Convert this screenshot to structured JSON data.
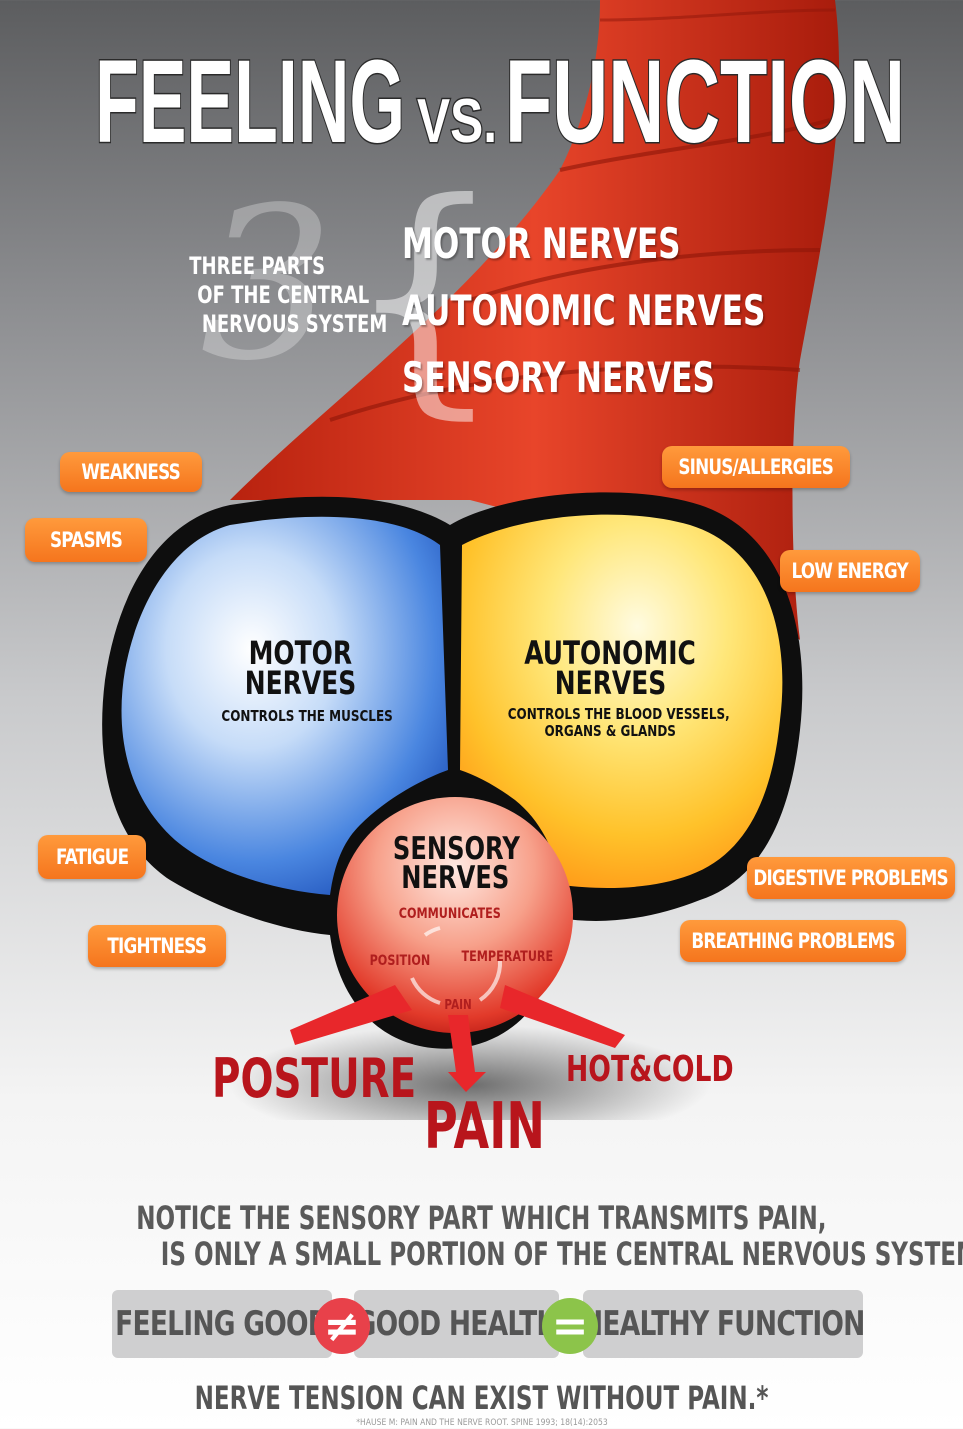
{
  "title": {
    "left": "FEELING",
    "vs": "VS.",
    "right": "FUNCTION"
  },
  "intro": {
    "number": "3",
    "caption_lines": [
      "THREE PARTS",
      "OF THE CENTRAL",
      "NERVOUS SYSTEM"
    ],
    "parts": [
      "MOTOR NERVES",
      "AUTONOMIC NERVES",
      "SENSORY NERVES"
    ]
  },
  "motor": {
    "title_lines": [
      "MOTOR",
      "NERVES"
    ],
    "desc": "CONTROLS THE MUSCLES"
  },
  "autonomic": {
    "title_lines": [
      "AUTONOMIC",
      "NERVES"
    ],
    "desc_lines": [
      "CONTROLS THE BLOOD VESSELS,",
      "ORGANS & GLANDS"
    ]
  },
  "sensory": {
    "title_lines": [
      "SENSORY",
      "NERVES"
    ],
    "cycle": {
      "top": "COMMUNICATES",
      "left": "POSITION",
      "right": "TEMPERATURE",
      "bottom": "PAIN"
    }
  },
  "callouts": {
    "weakness": "WEAKNESS",
    "spasms": "SPASMS",
    "fatigue": "FATIGUE",
    "tightness": "TIGHTNESS",
    "sinus": "SINUS/ALLERGIES",
    "low_energy": "LOW ENERGY",
    "digestive": "DIGESTIVE PROBLEMS",
    "breathing": "BREATHING PROBLEMS"
  },
  "outputs": {
    "posture": "POSTURE",
    "pain": "PAIN",
    "hot_cold": "HOT&COLD"
  },
  "notice_lines": [
    "NOTICE THE SENSORY PART WHICH TRANSMITS PAIN,",
    "IS ONLY A SMALL PORTION OF THE CENTRAL NERVOUS SYSTEM."
  ],
  "equation": {
    "term1": "FEELING GOOD",
    "op1": "≠",
    "term2": "GOOD HEALTH",
    "op2": "=",
    "term3": "HEALTHY FUNCTION"
  },
  "footer": "NERVE TENSION CAN EXIST WITHOUT PAIN.*",
  "citation": "*HAUSE M: PAIN AND THE NERVE ROOT. SPINE 1993; 18(14):2053",
  "colors": {
    "orange": "#f5751d",
    "motor_blue": "#2f6fd6",
    "autonomic_yellow": "#ffd23c",
    "sensory_red": "#e0322a",
    "not_equal_red": "#e8414a",
    "equal_green": "#8cc44a",
    "spinal_red": "#d8351f"
  }
}
